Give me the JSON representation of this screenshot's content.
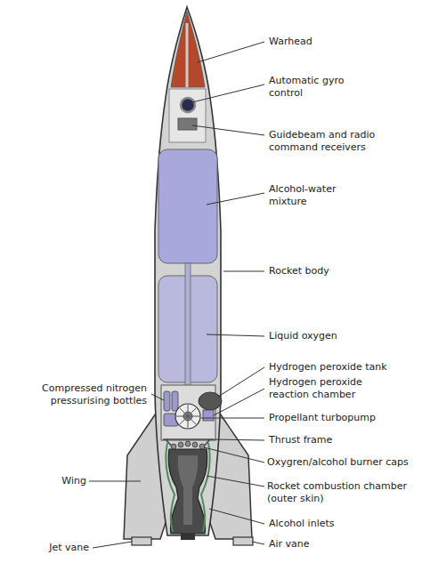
{
  "diagram": {
    "labels": [
      "Warhead",
      "Automatic gyro control",
      "Guidebeam and radio command receivers",
      "Alcohol-water mixture",
      "Rocket body",
      "Liquid oxygen",
      "Hydrogen peroxide tank",
      "Compressed nitrogen pressurising bottles",
      "Hydrogen peroxide reaction chamber",
      "Propellant turbopump",
      "Thrust frame",
      "Oxygren/alcohol burner caps",
      "Wing",
      "Rocket combustion chamber (outer skin)",
      "Alcohol inlets",
      "Jet vane",
      "Air vane"
    ]
  }
}
